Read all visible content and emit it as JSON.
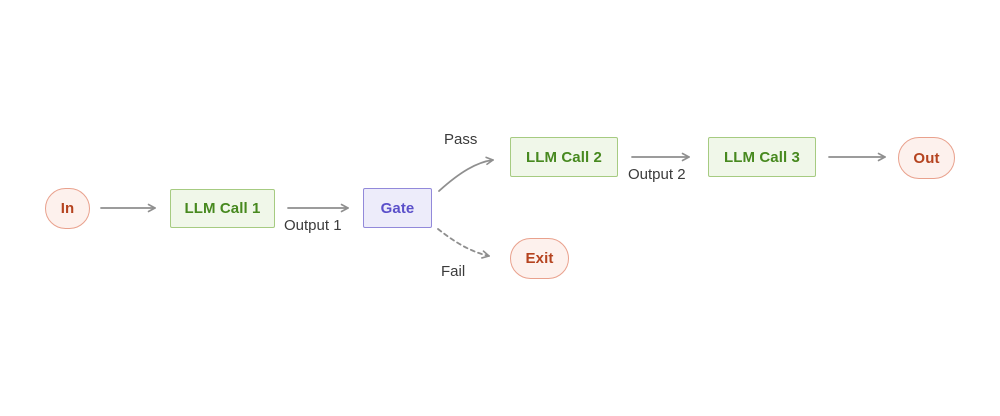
{
  "diagram": {
    "type": "flowchart",
    "description": "LLM chaining workflow with a pass/fail gate",
    "nodes": {
      "in": {
        "label": "In",
        "shape": "pill",
        "role": "start-terminal"
      },
      "llm_call_1": {
        "label": "LLM Call 1",
        "shape": "rect",
        "role": "process"
      },
      "gate": {
        "label": "Gate",
        "shape": "rect",
        "role": "decision"
      },
      "llm_call_2": {
        "label": "LLM Call 2",
        "shape": "rect",
        "role": "process"
      },
      "llm_call_3": {
        "label": "LLM Call 3",
        "shape": "rect",
        "role": "process"
      },
      "out": {
        "label": "Out",
        "shape": "pill",
        "role": "end-terminal"
      },
      "exit": {
        "label": "Exit",
        "shape": "pill",
        "role": "end-terminal"
      }
    },
    "edges": [
      {
        "from": "in",
        "to": "llm_call_1",
        "style": "solid",
        "label": ""
      },
      {
        "from": "llm_call_1",
        "to": "gate",
        "style": "solid",
        "label": "Output 1"
      },
      {
        "from": "gate",
        "to": "llm_call_2",
        "style": "solid",
        "label": "Pass"
      },
      {
        "from": "gate",
        "to": "exit",
        "style": "dashed",
        "label": "Fail"
      },
      {
        "from": "llm_call_2",
        "to": "llm_call_3",
        "style": "solid",
        "label": "Output 2"
      },
      {
        "from": "llm_call_3",
        "to": "out",
        "style": "solid",
        "label": ""
      }
    ],
    "colors": {
      "terminal_fill": "#fdf1ed",
      "terminal_border": "#e9a18d",
      "terminal_text": "#b5431f",
      "process_fill": "#f0f7e9",
      "process_border": "#a6cb81",
      "process_text": "#47891f",
      "gate_fill": "#edecfa",
      "gate_border": "#9289da",
      "gate_text": "#5b50ca",
      "arrow": "#8f8f8f",
      "label_text": "#3b3b3b",
      "canvas_bg": "#ffffff"
    }
  }
}
